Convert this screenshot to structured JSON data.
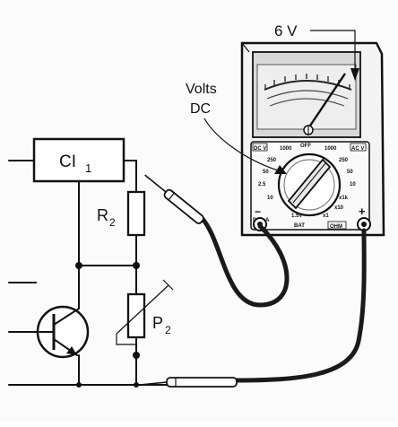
{
  "annotations": {
    "voltage_reading": "6 V",
    "function_label_line1": "Volts",
    "function_label_line2": "DC"
  },
  "components": {
    "ic_label": "CI",
    "ic_subscript": "1",
    "resistor_label": "R",
    "resistor_subscript": "2",
    "pot_label": "P",
    "pot_subscript": "2"
  },
  "meter": {
    "dial_labels": {
      "dcv": "DC V",
      "acv": "AC V",
      "off": "OFF",
      "v1000_left": "1000",
      "v1000_right": "1000",
      "v250_left": "250",
      "v250_right": "250",
      "v50_left": "50",
      "v50_right": "50",
      "v10_left": "10",
      "v10_right": "10",
      "v2_5": "2.5",
      "ohm_x1k": "x1k",
      "ohm_x10": "x10",
      "ohm_x1": "x1",
      "bat_1_5v": "1.5V",
      "bat": "BAT",
      "ohm": "OHM",
      "dcma": "DCmA"
    },
    "terminal_minus": "−",
    "terminal_plus": "+"
  }
}
